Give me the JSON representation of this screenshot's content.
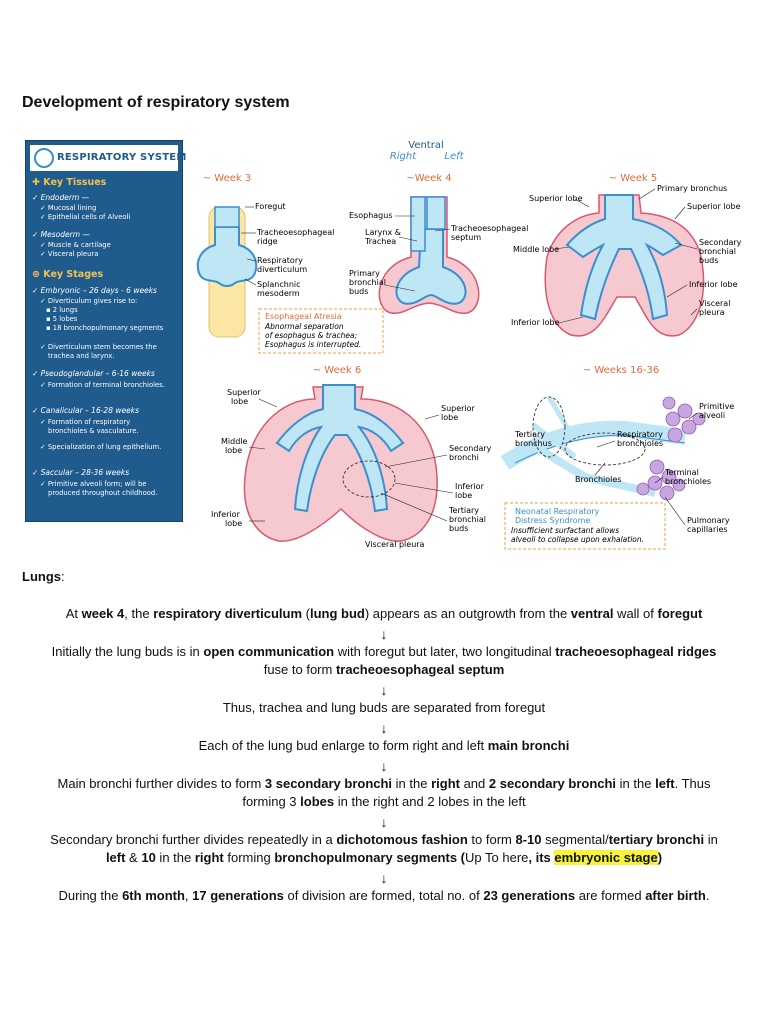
{
  "page_title": "Development of respiratory system",
  "figure": {
    "sidebar": {
      "title": "RESPIRATORY SYSTEM",
      "key_tissues_heading": "Key Tissues",
      "endoderm": "Endoderm —",
      "endoderm_items": [
        "Mucosal lining",
        "Epithelial cells of Alveoli"
      ],
      "mesoderm": "Mesoderm —",
      "mesoderm_items": [
        "Muscle & cartilage",
        "Visceral pleura"
      ],
      "key_stages_heading": "Key Stages",
      "embryonic": "Embryonic – 26 days - 6 weeks",
      "embryonic_sub": "Diverticulum gives rise to:",
      "embryonic_bullets": [
        "2 lungs",
        "5 lobes",
        "18 bronchopulmonary segments"
      ],
      "stem_line1": "Diverticulum stem becomes the",
      "stem_line2": "trachea and larynx.",
      "pseudoglandular": "Pseudoglandular – 6-16 weeks",
      "pseudoglandular_item": "Formation of terminal bronchioles.",
      "canalicular": "Canalicular – 16-28 weeks",
      "canalicular_item1": "Formation of respiratory",
      "canalicular_item2": "bronchioles & vasculature.",
      "canalicular_item3": "Specialization of lung epithelium.",
      "saccular": "Saccular – 28-36 weeks",
      "saccular_item1": "Primitive alveoli form; will be",
      "saccular_item2": "produced throughout childhood."
    },
    "orientation": {
      "ventral": "Ventral",
      "right": "Right",
      "left": "Left"
    },
    "week3": {
      "title": "~ Week 3",
      "labels": [
        "Foregut",
        "Tracheoesophageal",
        "ridge",
        "Respiratory",
        "diverticulum",
        "Splanchnic",
        "mesoderm"
      ]
    },
    "week4": {
      "title": "~Week 4",
      "labels": [
        "Esophagus",
        "Tracheoesophageal",
        "septum",
        "Larynx &",
        "Trachea",
        "Primary",
        "bronchial",
        "buds"
      ]
    },
    "atresia_box": {
      "title": "Esophageal Atresia",
      "lines": [
        "Abnormal separation",
        "of esophagus & trachea;",
        "Esophagus is interrupted."
      ]
    },
    "week5": {
      "title": "~ Week 5",
      "labels": [
        "Superior lobe",
        "Primary bronchus",
        "Superior lobe",
        "Middle lobe",
        "Secondary",
        "bronchial",
        "buds",
        "Inferior lobe",
        "Visceral",
        "pleura",
        "Inferior lobe"
      ]
    },
    "week6": {
      "title": "~ Week 6",
      "labels": [
        "Superior",
        "lobe",
        "Superior",
        "lobe",
        "Middle",
        "lobe",
        "Secondary",
        "bronchi",
        "Inferior",
        "lobe",
        "Tertiary",
        "bronchial",
        "buds",
        "Inferior",
        "lobe",
        "Visceral pleura"
      ]
    },
    "week16": {
      "title": "~ Weeks 16-36",
      "labels": [
        "Primitive",
        "alveoli",
        "Tertiary",
        "bronchus",
        "Respiratory",
        "bronchioles",
        "Bronchioles",
        "Terminal",
        "bronchioles",
        "Pulmonary",
        "capillaries"
      ]
    },
    "nrds_box": {
      "title1": "Neonatal Respiratory",
      "title2": "Distress Syndrome",
      "lines": [
        "Insufficient surfactant allows",
        "alveoli to collapse upon exhalation."
      ]
    },
    "colors": {
      "sidebar": "#1f5b8d",
      "tissue_blue": "#bfe6f5",
      "tissue_outline": "#3a8fd0",
      "mesoderm_pink": "#f6c9d0",
      "pink_outline": "#d9596d",
      "heading_gold": "#f5c34a",
      "alveoli_purple": "#c9a6e0",
      "highlight": "#f7f23a"
    }
  },
  "text": {
    "lungs_label": "Lungs",
    "colon": ":",
    "arrow": "↓",
    "p1": [
      "At ",
      "week 4",
      ", the ",
      "respiratory diverticulum",
      " (",
      "lung bud",
      ") appears as an outgrowth from the ",
      "ventral",
      " wall of ",
      "foregut"
    ],
    "p2": [
      "Initially the lung buds is in ",
      "open communication",
      " with foregut but later, two longitudinal ",
      "tracheoesophageal ridges",
      "fuse to form ",
      "tracheoesophageal septum"
    ],
    "p3": "Thus, trachea and lung buds are separated from foregut",
    "p4": [
      "Each of the lung bud enlarge to form right and left ",
      "main bronchi"
    ],
    "p5": [
      "Main bronchi further divides to form ",
      "3 secondary bronchi",
      " in the ",
      "right",
      " and ",
      "2 secondary bronchi",
      " in the ",
      "left",
      ". Thus",
      "forming 3 ",
      "lobes",
      " in the right and 2 lobes in the left"
    ],
    "p6": [
      "Secondary bronchi further divides repeatedly in a ",
      "dichotomous fashion",
      " to form ",
      "8-10",
      " segmental/",
      "tertiary bronchi",
      " in",
      "left",
      " & ",
      "10",
      " in the ",
      "right",
      " forming ",
      "bronchopulmonary segments (",
      "Up To here",
      ", its ",
      "embryonic stage",
      ")"
    ],
    "p7": [
      "During the ",
      "6th month",
      ", ",
      "17 generations",
      " of division are formed, total no. of ",
      "23 generations",
      " are formed ",
      "after birth",
      "."
    ]
  }
}
